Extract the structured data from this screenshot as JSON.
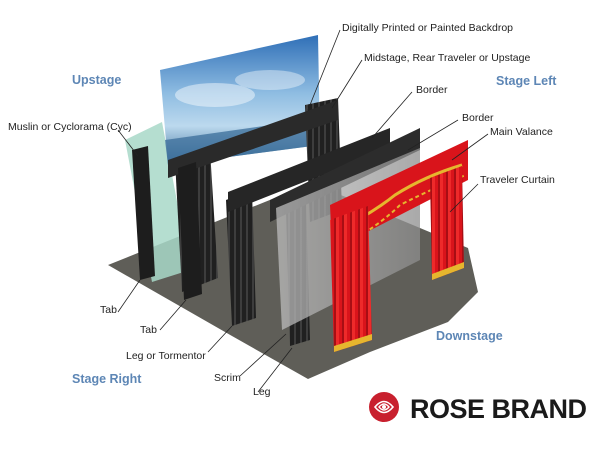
{
  "directions": {
    "upstage": "Upstage",
    "stage_left": "Stage Left",
    "downstage": "Downstage",
    "stage_right": "Stage Right"
  },
  "labels": {
    "backdrop": "Digitally Printed or Painted Backdrop",
    "midstage": "Midstage, Rear Traveler or Upstage",
    "border_1": "Border",
    "border_2": "Border",
    "main_valance": "Main Valance",
    "traveler_curtain": "Traveler Curtain",
    "cyclorama": "Muslin or Cyclorama (Cyc)",
    "tab_1": "Tab",
    "tab_2": "Tab",
    "leg_tormentor": "Leg or Tormentor",
    "scrim": "Scrim",
    "leg": "Leg"
  },
  "brand": {
    "name": "ROSE BRAND",
    "logo": "rose-logo-icon"
  },
  "colors": {
    "label_blue": "#5d86b5",
    "curtain_red": "#d9141b",
    "trim_gold": "#e6b62e",
    "floor": "#5f5e58",
    "cyc": "#a8d8c8",
    "brand_red": "#c8202e"
  }
}
